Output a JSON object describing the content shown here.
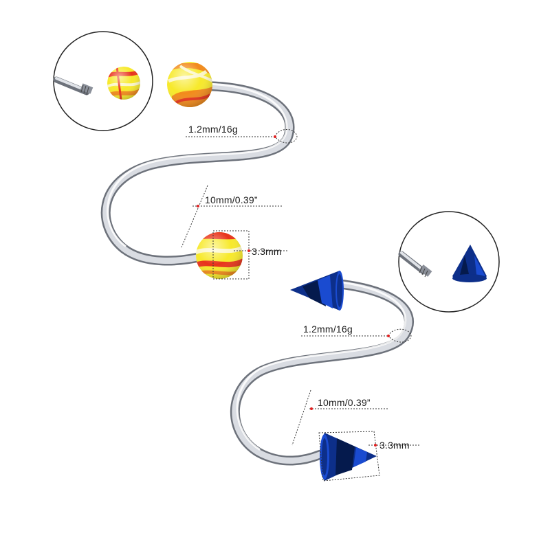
{
  "product": {
    "ball_variant": {
      "gauge_label": "1.2mm/16g",
      "length_label": "10mm/0.39”",
      "end_size_label": "3.3mm",
      "end_type": "ball",
      "end_colors": [
        "#f7e92a",
        "#f28a1a",
        "#e8331a",
        "#fbf6c8"
      ]
    },
    "spike_variant": {
      "gauge_label": "1.2mm/16g",
      "length_label": "10mm/0.39”",
      "end_size_label": "3.3mm",
      "end_type": "spike",
      "end_colors": [
        "#0d2f8a",
        "#1a4bd0",
        "#051a4d"
      ]
    }
  },
  "colors": {
    "steel_light": "#eef0f3",
    "steel_mid": "#b7bcc4",
    "steel_dark": "#5a606a",
    "dimension_line": "#333333",
    "marker_dot": "#e02020"
  }
}
